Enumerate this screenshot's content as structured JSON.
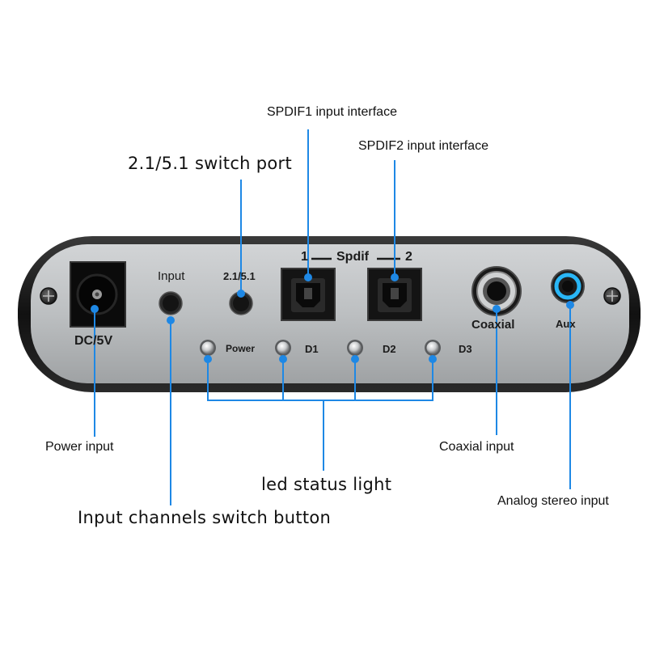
{
  "callouts": {
    "spdif1": "SPDIF1 input interface",
    "spdif2": "SPDIF2 input interface",
    "switch_port": "2.1/5.1 switch port",
    "power_input": "Power input",
    "coaxial_input": "Coaxial input",
    "led_status": "led status light",
    "input_switch": "Input channels switch button",
    "analog_input": "Analog stereo input"
  },
  "panel": {
    "dc_label": "DC/5V",
    "input_label": "Input",
    "mode_label": "2.1/5.1",
    "spdif_header_1": "1",
    "spdif_header_mid": "Spdif",
    "spdif_header_2": "2",
    "coaxial_label": "Coaxial",
    "aux_label": "Aux",
    "led_power": "Power",
    "led_d1": "D1",
    "led_d2": "D2",
    "led_d3": "D3"
  },
  "colors": {
    "leader_line": "#1e88e5",
    "aux_ring": "#29b6f6",
    "panel_face": "#b9bcbe",
    "chassis": "#1a1a1a"
  }
}
